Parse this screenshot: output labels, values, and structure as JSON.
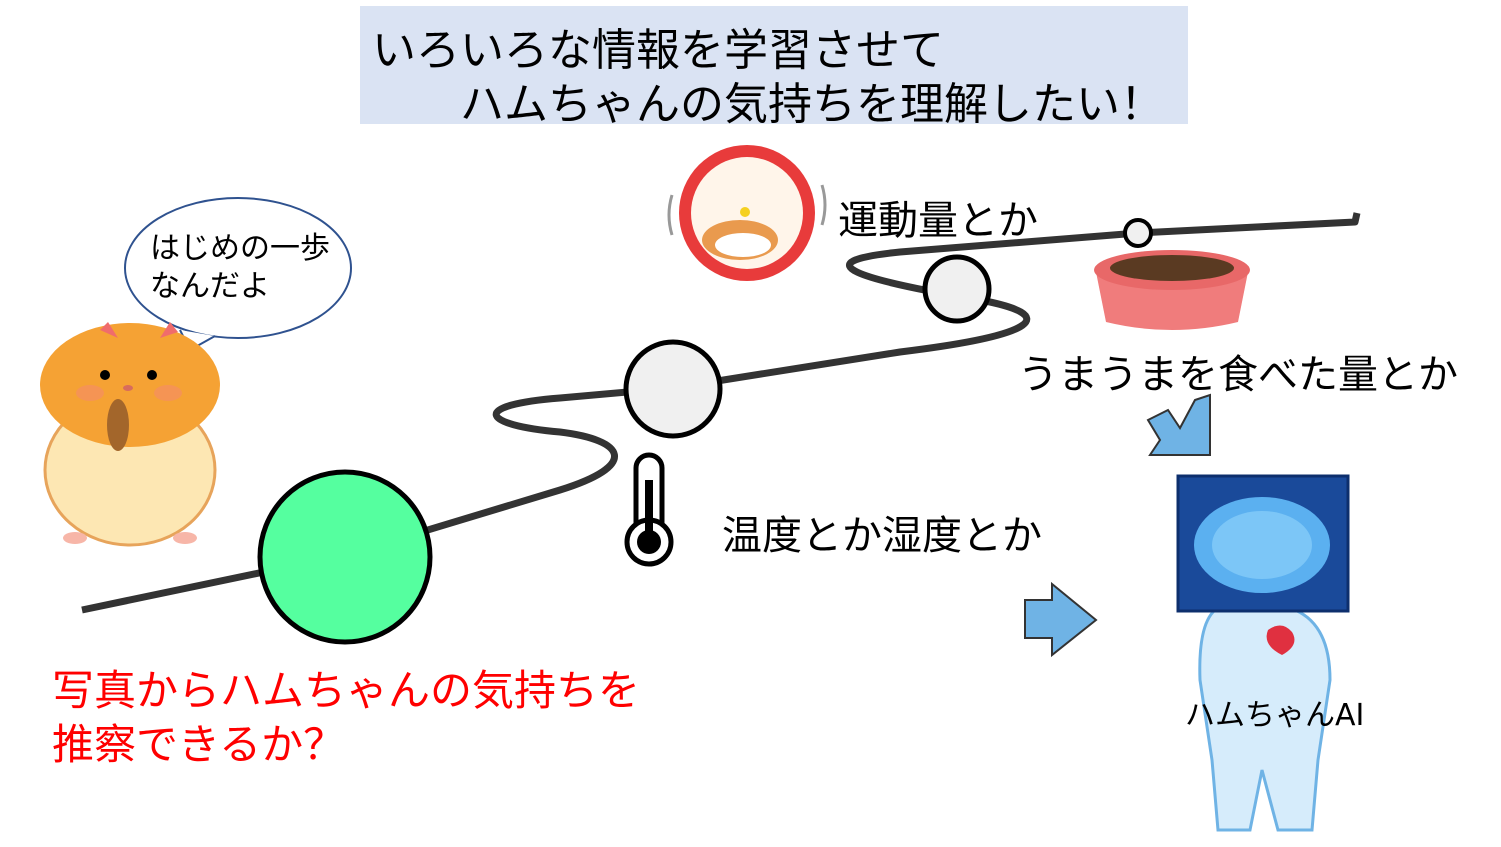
{
  "title": {
    "line1": "いろいろな情報を学習させて",
    "line2": "ハムちゃんの気持ちを理解したい！"
  },
  "speech_bubble": {
    "line1": "はじめの一歩",
    "line2": "なんだよ"
  },
  "labels": {
    "exercise": "運動量とか",
    "food": "うまうまを食べた量とか",
    "temperature": "温度とか湿度とか",
    "ai_name": "ハムちゃんAI"
  },
  "question": {
    "line1": "写真からハムちゃんの気持ちを",
    "line2": "推察できるか？"
  },
  "colors": {
    "title_bg": "#dae3f3",
    "start_circle": "#55ff9f",
    "milestone_circle": "#f0f0f0",
    "question_text": "#ff0000",
    "arrow": "#6fb3e5"
  }
}
